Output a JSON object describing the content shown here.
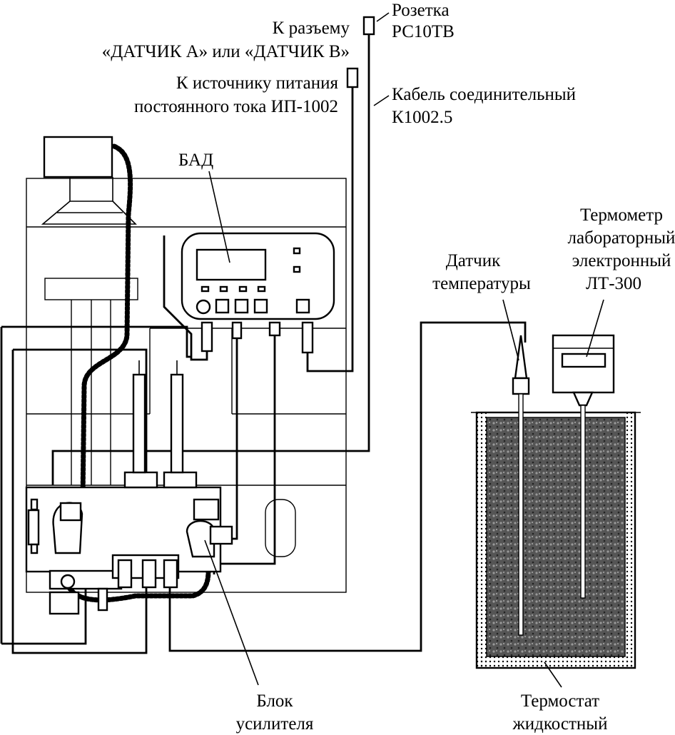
{
  "labels": {
    "socket_title": "Розетка",
    "socket_model": "РС10ТВ",
    "connector_line1": "К разъему",
    "connector_line2": "«ДАТЧИК А» или «ДАТЧИК В»",
    "power_line1": "К источнику питания",
    "power_line2": "постоянного тока ИП-1002",
    "cable_line1": "Кабель соединительный",
    "cable_line2": "К1002.5",
    "bad": "БАД",
    "thermometer_line1": "Термометр",
    "thermometer_line2": "лабораторный",
    "thermometer_line3": "электронный",
    "thermometer_line4": "ЛТ-300",
    "sensor_line1": "Датчик",
    "sensor_line2": "температуры",
    "amplifier_line1": "Блок",
    "amplifier_line2": "усилителя",
    "thermostat_line1": "Термостат",
    "thermostat_line2": "жидкостный"
  }
}
